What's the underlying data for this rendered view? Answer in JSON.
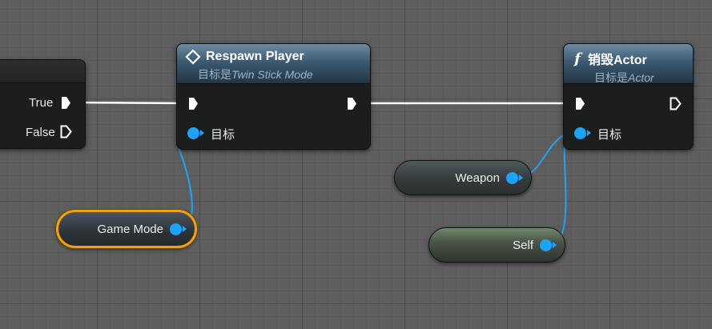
{
  "branch_node": {
    "pin_true": "True",
    "pin_false": "False"
  },
  "respawn_node": {
    "title": "Respawn Player",
    "subtitle_prefix": "目标是",
    "subtitle_target": "Twin Stick Mode",
    "target_pin_label": "目标",
    "icon": "event-diamond-icon"
  },
  "destroy_node": {
    "title": "销毁Actor",
    "function_glyph": "f",
    "subtitle_prefix": "目标是",
    "subtitle_target": "Actor",
    "target_pin_label": "目标",
    "icon": "function-icon"
  },
  "variables": {
    "game_mode": "Game Mode",
    "weapon": "Weapon",
    "self": "Self"
  },
  "colors": {
    "exec_wire": "#ffffff",
    "object_pin": "#1aa3ff",
    "selection_outline": "#f0a010",
    "header_blue": "#3c5a72"
  }
}
